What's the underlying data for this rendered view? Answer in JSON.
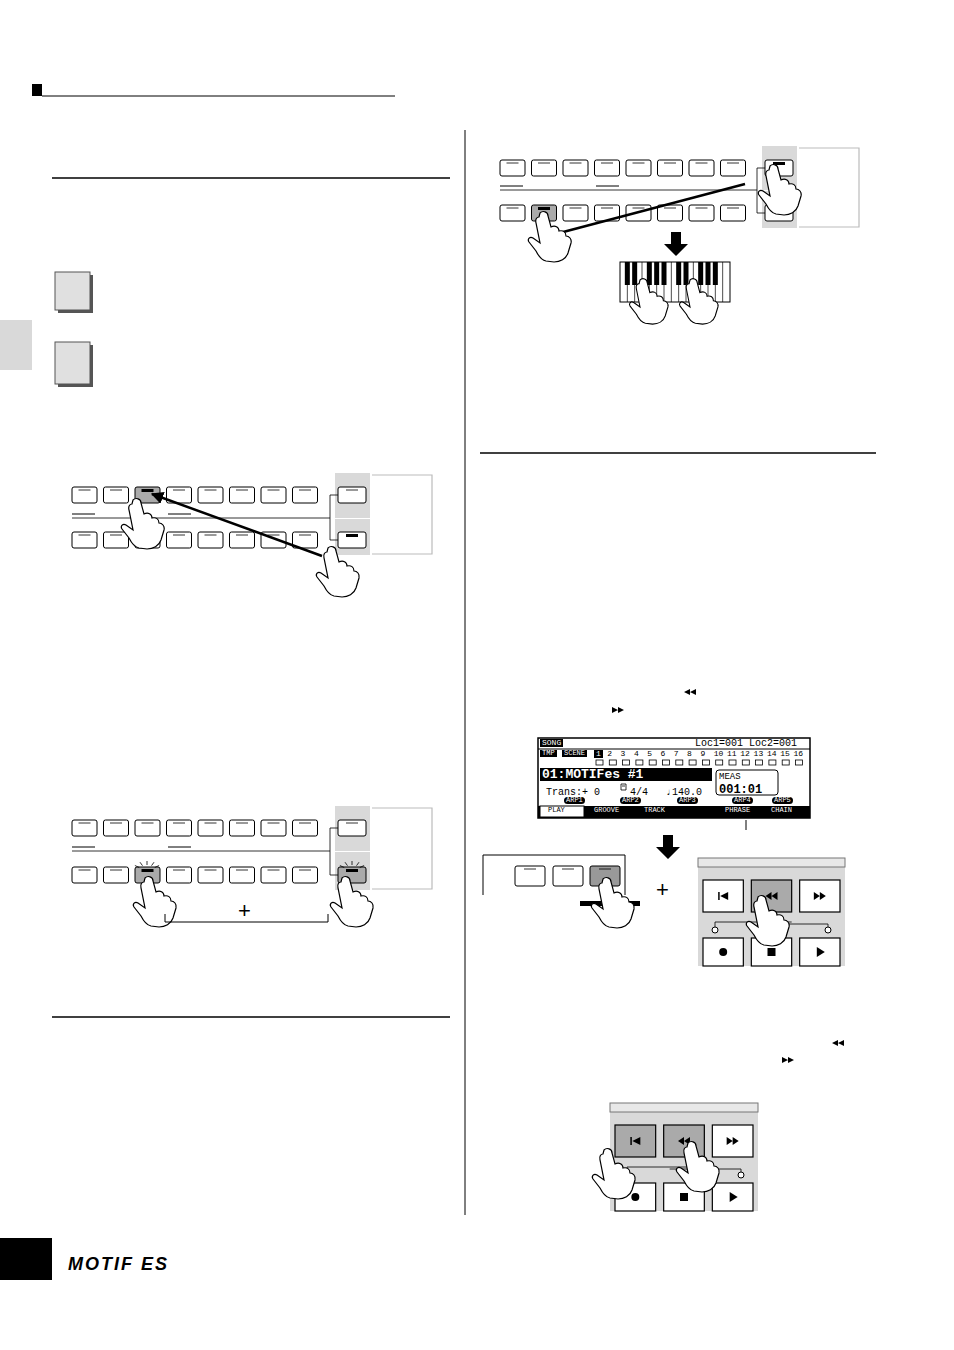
{
  "diagram": {
    "nodes": [
      {
        "text": [
          "SONG",
          "Loc1=001 Loc2=001",
          "TMP",
          "SCENE",
          "1",
          "2",
          "3",
          "4",
          "5",
          "6",
          "7",
          "8",
          "9",
          "10",
          "11",
          "12",
          "13",
          "14",
          "15",
          "16",
          "01:MOTIFes #1",
          "Trans:+ 0",
          "4/4",
          "♩140.0",
          "MEAS",
          "001:01",
          "ARP1",
          "ARP2",
          "ARP3",
          "ARP4",
          "ARP5",
          "PLAY",
          "GROOVE",
          "TRACK",
          "PHRASE",
          "CHAIN"
        ]
      }
    ],
    "labels": [
      "+",
      "+",
      "MOTIF ES"
    ]
  }
}
